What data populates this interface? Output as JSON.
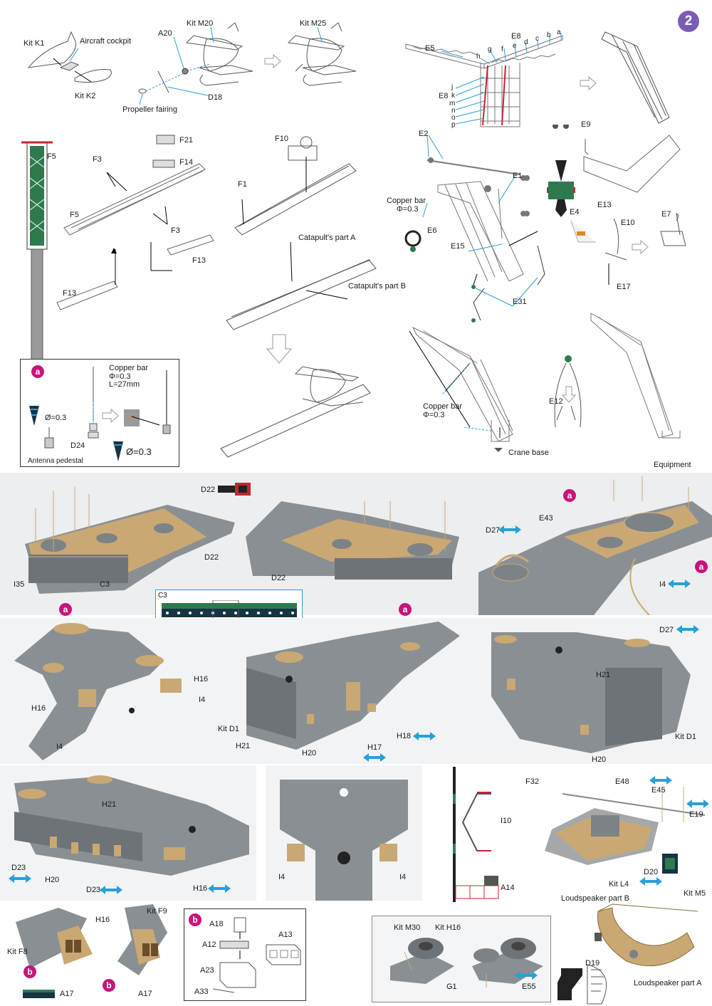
{
  "page_number": "2",
  "top_left": {
    "kit_k1": "Kit K1",
    "aircraft_cockpit": "Aircraft cockpit",
    "kit_k2": "Kit K2",
    "a20": "A20",
    "kit_m20": "Kit M20",
    "kit_m25": "Kit M25",
    "d18": "D18",
    "propeller_fairing": "Propeller fairing"
  },
  "crane_top": {
    "e5": "E5",
    "e8_top": "E8",
    "letters_top": [
      "h",
      "g",
      "f",
      "e",
      "d",
      "c",
      "b",
      "a"
    ],
    "e8_left": "E8",
    "letters_left": [
      "j",
      "k",
      "m",
      "n",
      "o",
      "p"
    ]
  },
  "catapult": {
    "f5_tower": "F5",
    "f21": "F21",
    "f14": "F14",
    "f3_top": "F3",
    "f5_rail": "F5",
    "f3_bottom": "F3",
    "f13_right": "F13",
    "f13_left": "F13",
    "f10": "F10",
    "f1": "F1",
    "part_a": "Catapult's part A",
    "part_b": "Catapult's part B"
  },
  "crane_mid": {
    "e2": "E2",
    "copper_bar": "Copper bar",
    "phi": "Φ=0.3",
    "e1": "E1",
    "e6": "E6",
    "e15": "E15",
    "e31": "E31",
    "e9": "E9",
    "e4": "E4",
    "e13": "E13",
    "e10": "E10",
    "e17": "E17",
    "e7": "E7"
  },
  "antenna_box": {
    "badge": "a",
    "copper_bar": "Copper bar",
    "phi": "Φ=0.3",
    "length": "L=27mm",
    "drill_1": "Ø=0.3",
    "d24": "D24",
    "drill_2": "Ø=0.3",
    "antenna_pedestal": "Antenna pedestal"
  },
  "crane_bottom": {
    "copper_bar": "Copper bar",
    "phi": "Φ=0.3",
    "e12": "E12",
    "crane_base": "Crane base"
  },
  "photos_row1": {
    "d22_top": "D22",
    "d22_a": "D22",
    "d22_b": "D22",
    "i35": "I35",
    "c3": "C3",
    "c3_box": "C3",
    "badge_a1": "a",
    "badge_a2": "a",
    "equipment": "Equipment",
    "d27": "D27",
    "e43": "E43",
    "i4": "I4",
    "badge_a3": "a",
    "badge_a4": "a"
  },
  "photos_row2": {
    "h16_a": "H16",
    "h16_b": "H16",
    "i4_a": "I4",
    "i4_b": "I4",
    "kit_d1_a": "Kit D1",
    "h21_a": "H21",
    "h20_a": "H20",
    "h17": "H17",
    "h18": "H18",
    "d27": "D27",
    "h21_b": "H21",
    "kit_d1_b": "Kit D1",
    "h20_b": "H20"
  },
  "photos_row3": {
    "h21": "H21",
    "d23_a": "D23",
    "h20": "H20",
    "d23_b": "D23",
    "h16": "H16",
    "i4_a": "I4",
    "i4_b": "I4",
    "f32": "F32",
    "e48": "E48",
    "e45": "E45",
    "e19": "E19",
    "i10": "I10",
    "a14": "A14",
    "kit_l4": "Kit L4",
    "d20": "D20"
  },
  "photos_row4": {
    "kit_f8": "Kit F8",
    "h16": "H16",
    "kit_f9": "Kit F9",
    "a17_a": "A17",
    "a17_b": "A17",
    "badge_b1": "b",
    "badge_b2": "b",
    "box_b": {
      "badge": "b",
      "a18": "A18",
      "a12": "A12",
      "a13": "A13",
      "a23": "A23",
      "a33": "A33"
    },
    "box_kit": {
      "kit_m30": "Kit M30",
      "kit_h16": "Kit H16",
      "g1": "G1",
      "e55": "E55"
    },
    "loudspeaker_b": "Loudspeaker part B",
    "kit_m5": "Kit M5",
    "d19": "D19",
    "loudspeaker_a": "Loudspeaker part A"
  }
}
